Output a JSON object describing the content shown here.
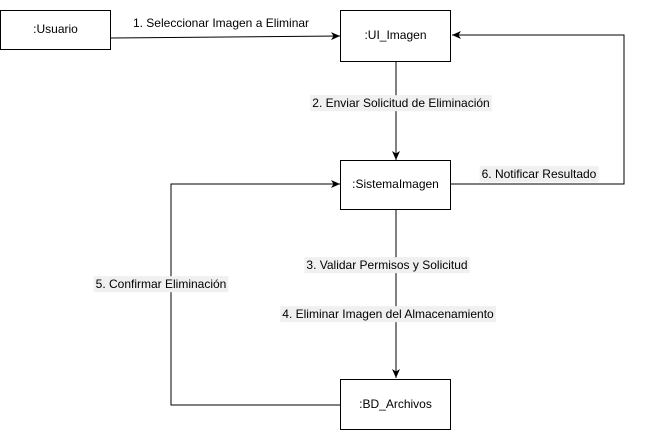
{
  "diagram": {
    "nodes": {
      "usuario": ":Usuario",
      "ui_imagen": ":UI_Imagen",
      "sistema_imagen": ":SistemaImagen",
      "bd_archivos": ":BD_Archivos"
    },
    "messages": {
      "m1": "1. Seleccionar Imagen a Eliminar",
      "m2": "2. Enviar Solicitud de Eliminación",
      "m3": "3. Validar Permisos y Solicitud",
      "m4": "4. Eliminar Imagen del Almacenamiento",
      "m5": "5. Confirmar Eliminación",
      "m6": "6. Notificar Resultado"
    }
  }
}
